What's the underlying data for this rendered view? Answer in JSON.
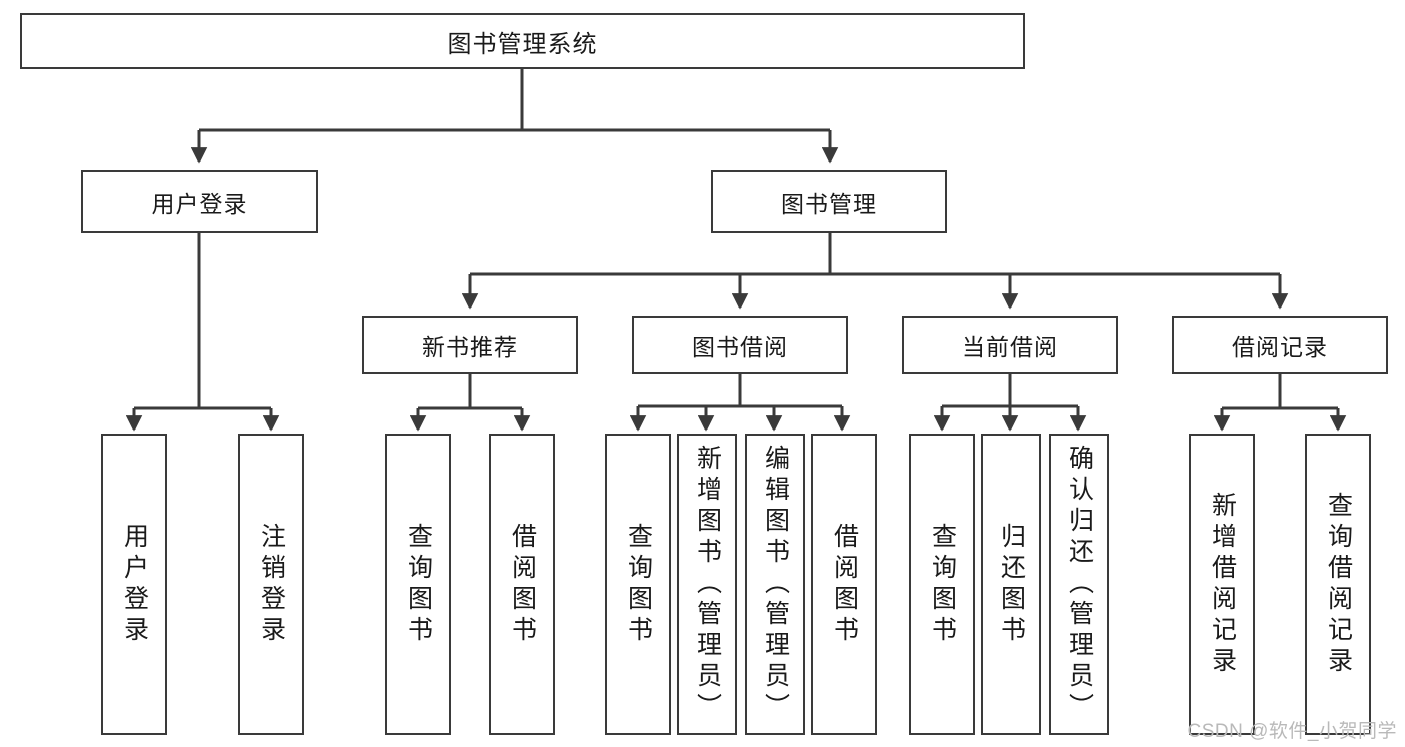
{
  "diagram": {
    "type": "tree-hierarchy-chart",
    "title": "图书管理系统",
    "line_color": "#3a3a3a",
    "box_fill": "#ffffff",
    "text_color": "#1a1a1a",
    "nodes": {
      "root": {
        "label": "图书管理系统"
      },
      "level2": [
        {
          "id": "user-login",
          "label": "用户登录"
        },
        {
          "id": "book-manage",
          "label": "图书管理"
        }
      ],
      "level3": [
        {
          "id": "new-book-recommend",
          "label": "新书推荐"
        },
        {
          "id": "book-borrow",
          "label": "图书借阅"
        },
        {
          "id": "current-borrow",
          "label": "当前借阅"
        },
        {
          "id": "borrow-record",
          "label": "借阅记录"
        }
      ],
      "leaves": [
        {
          "id": "leaf-user-login",
          "label": "用户登录",
          "parent": "user-login"
        },
        {
          "id": "leaf-user-logout",
          "label": "注销登录",
          "parent": "user-login"
        },
        {
          "id": "leaf-query-book-1",
          "label": "查询图书",
          "parent": "new-book-recommend"
        },
        {
          "id": "leaf-borrow-book-1",
          "label": "借阅图书",
          "parent": "new-book-recommend"
        },
        {
          "id": "leaf-query-book-2",
          "label": "查询图书",
          "parent": "book-borrow"
        },
        {
          "id": "leaf-add-book",
          "label": "新增图书（管理员）",
          "parent": "book-borrow"
        },
        {
          "id": "leaf-edit-book",
          "label": "编辑图书（管理员）",
          "parent": "book-borrow"
        },
        {
          "id": "leaf-borrow-book-2",
          "label": "借阅图书",
          "parent": "book-borrow"
        },
        {
          "id": "leaf-query-book-3",
          "label": "查询图书",
          "parent": "current-borrow"
        },
        {
          "id": "leaf-return-book",
          "label": "归还图书",
          "parent": "current-borrow"
        },
        {
          "id": "leaf-confirm-return",
          "label": "确认归还（管理员）",
          "parent": "current-borrow"
        },
        {
          "id": "leaf-add-record",
          "label": "新增借阅记录",
          "parent": "borrow-record"
        },
        {
          "id": "leaf-query-record",
          "label": "查询借阅记录",
          "parent": "borrow-record"
        }
      ]
    }
  },
  "watermark": {
    "text": "CSDN @软件_小贺同学"
  }
}
